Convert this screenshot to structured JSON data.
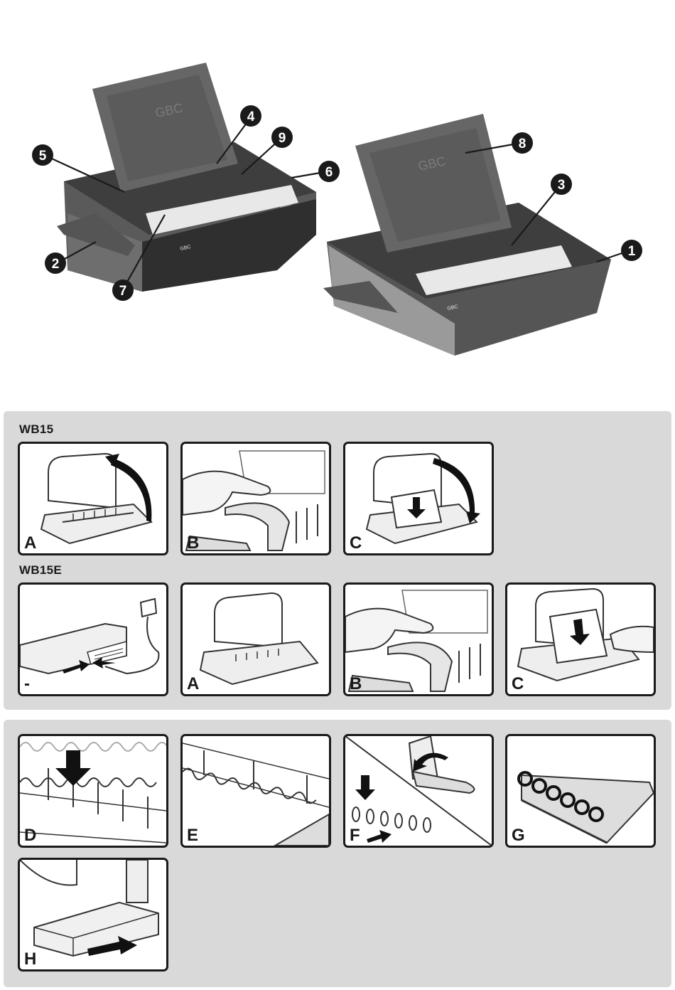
{
  "callouts": [
    "1",
    "2",
    "3",
    "4",
    "5",
    "6",
    "7",
    "8",
    "9"
  ],
  "brand": "GBC",
  "model_badge": "WB15",
  "groups": [
    {
      "title": "WB15",
      "steps": [
        "A",
        "B",
        "C"
      ]
    },
    {
      "title": "WB15E",
      "steps": [
        "-",
        "A",
        "B",
        "C"
      ]
    }
  ],
  "binding_steps": [
    "D",
    "E",
    "F",
    "G",
    "H"
  ],
  "colors": {
    "panel_bg": "#d9d9d9",
    "machine_dark": "#4a4a4a",
    "machine_light": "#8c8c8c",
    "callout": "#1a1a1a"
  },
  "icons": {
    "arrow": "black-arrow-icon",
    "plug": "power-plug-icon",
    "hand": "hand-icon"
  }
}
